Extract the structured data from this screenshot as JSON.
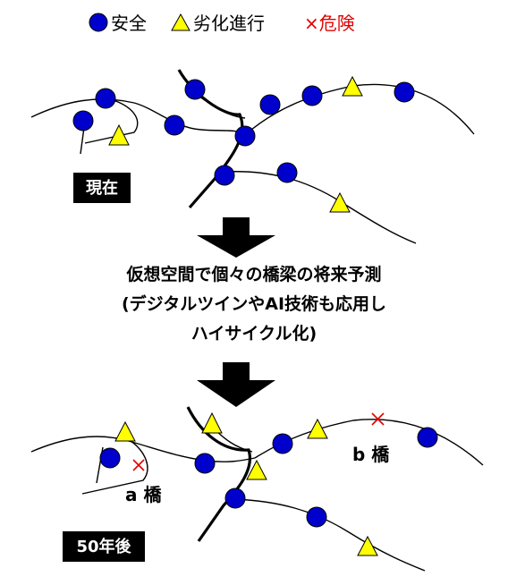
{
  "legend": {
    "safe_label": "安全",
    "degradation_label": "劣化進行",
    "danger_label": "×危険"
  },
  "current": {
    "tag": "現在"
  },
  "caption": {
    "line1": "仮想空間で個々の橋梁の将来予測",
    "line2": "(デジタルツインやAI技術も応用し",
    "line3": "ハイサイクル化)"
  },
  "future": {
    "tag": "50年後",
    "bridge_a": "a 橋",
    "bridge_b": "b 橋"
  },
  "colors": {
    "safe": "#0000cc",
    "degradation": "#ffff00",
    "danger": "#e00000",
    "tag_background": "#000000"
  }
}
